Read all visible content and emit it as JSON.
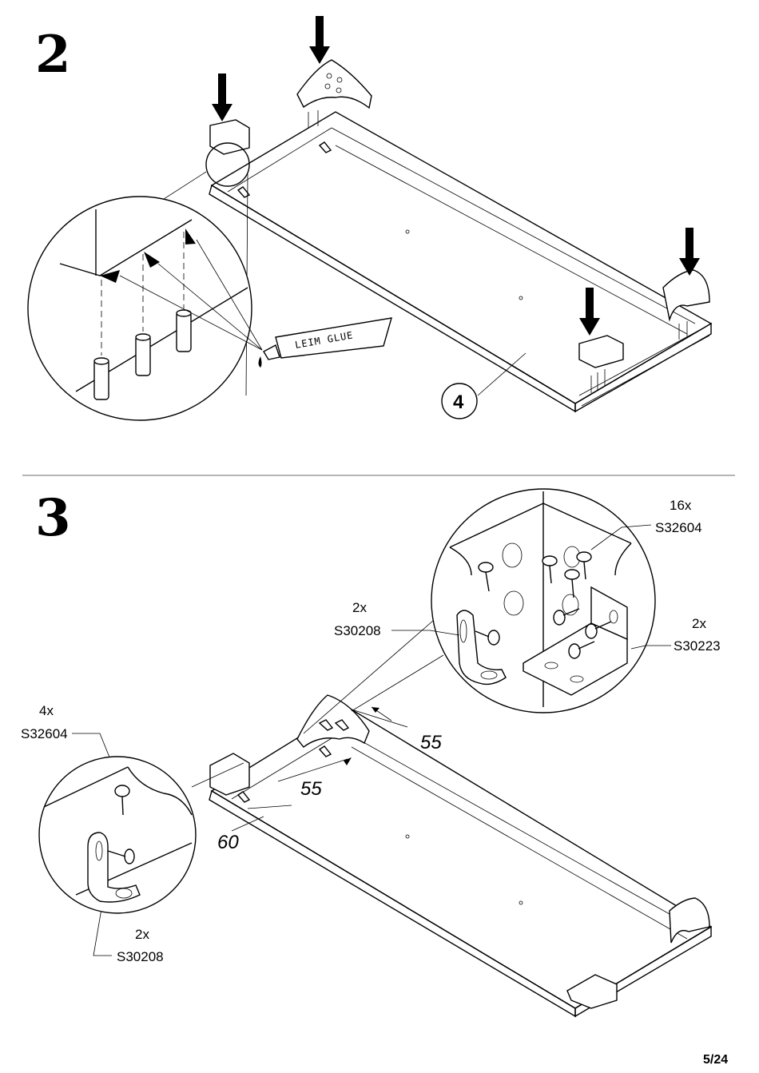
{
  "step2": {
    "number": "2",
    "glue_label": "LEIM GLUE",
    "part_number": "4"
  },
  "step3": {
    "number": "3",
    "callouts": {
      "top_right_qty": "16x",
      "top_right_code": "S32604",
      "bracket_left_qty": "2x",
      "bracket_left_code": "S30208",
      "bracket_right_qty": "2x",
      "bracket_right_code": "S30223",
      "left_screw_qty": "4x",
      "left_screw_code": "S32604",
      "bottom_qty": "2x",
      "bottom_code": "S30208"
    },
    "dimensions": {
      "d1": "55",
      "d2": "55",
      "d3": "60"
    }
  },
  "page_number": "5/24"
}
